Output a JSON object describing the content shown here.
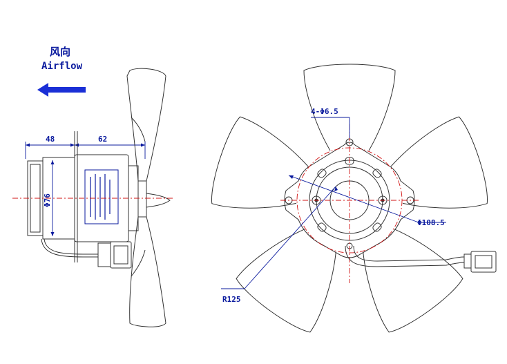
{
  "airflow": {
    "label_cn": "风向",
    "label_en": "Airflow"
  },
  "side_view": {
    "dim_left": "48",
    "dim_right": "62",
    "dim_diameter": "Φ76"
  },
  "front_view": {
    "mount_holes": "4-Φ6.5",
    "hub_diameter": "Φ108.5",
    "radius": "R125"
  },
  "colors": {
    "dimension": "#0a1a9e",
    "centerline": "#d21414",
    "outline": "#333333"
  }
}
